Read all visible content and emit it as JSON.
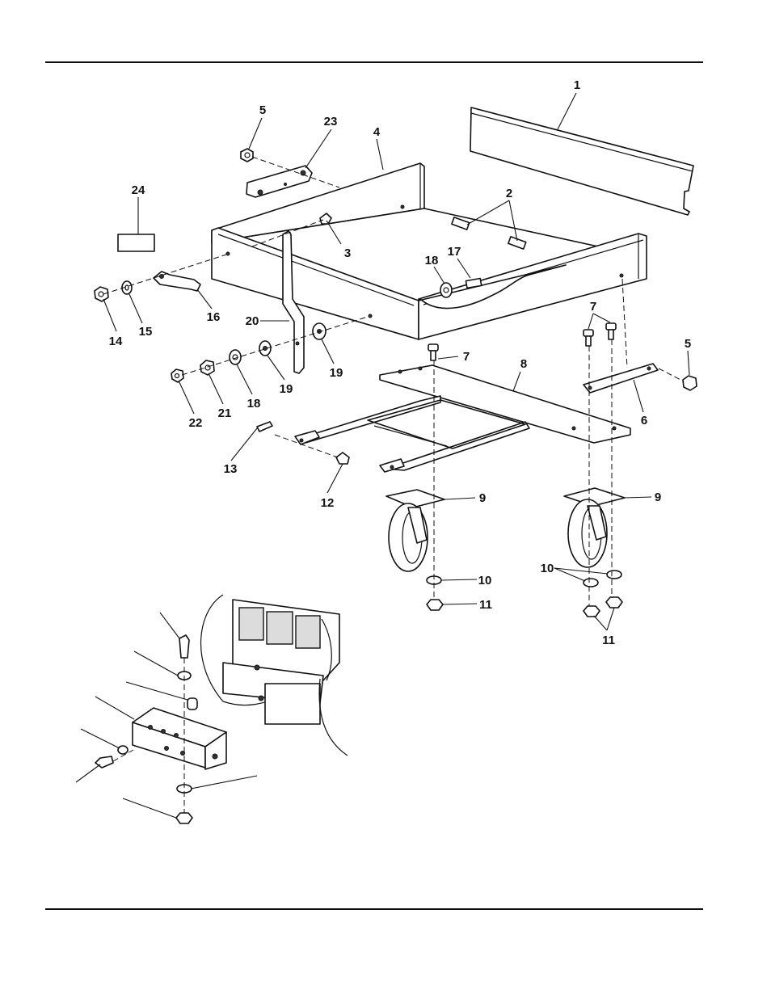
{
  "figure": {
    "callouts": [
      {
        "id": "c1",
        "label": "1"
      },
      {
        "id": "c2",
        "label": "2"
      },
      {
        "id": "c3",
        "label": "3"
      },
      {
        "id": "c4",
        "label": "4"
      },
      {
        "id": "c5a",
        "label": "5"
      },
      {
        "id": "c5b",
        "label": "5"
      },
      {
        "id": "c6",
        "label": "6"
      },
      {
        "id": "c7a",
        "label": "7"
      },
      {
        "id": "c7b",
        "label": "7"
      },
      {
        "id": "c8",
        "label": "8"
      },
      {
        "id": "c9a",
        "label": "9"
      },
      {
        "id": "c9b",
        "label": "9"
      },
      {
        "id": "c10a",
        "label": "10"
      },
      {
        "id": "c10b",
        "label": "10"
      },
      {
        "id": "c11a",
        "label": "11"
      },
      {
        "id": "c11b",
        "label": "11"
      },
      {
        "id": "c12",
        "label": "12"
      },
      {
        "id": "c13",
        "label": "13"
      },
      {
        "id": "c14",
        "label": "14"
      },
      {
        "id": "c15",
        "label": "15"
      },
      {
        "id": "c16",
        "label": "16"
      },
      {
        "id": "c17",
        "label": "17"
      },
      {
        "id": "c18a",
        "label": "18"
      },
      {
        "id": "c18b",
        "label": "18"
      },
      {
        "id": "c19a",
        "label": "19"
      },
      {
        "id": "c19b",
        "label": "19"
      },
      {
        "id": "c20",
        "label": "20"
      },
      {
        "id": "c21",
        "label": "21"
      },
      {
        "id": "c22",
        "label": "22"
      },
      {
        "id": "c23",
        "label": "23"
      },
      {
        "id": "c24",
        "label": "24"
      }
    ]
  },
  "colors": {
    "ink": "#111111",
    "paper": "#ffffff"
  }
}
